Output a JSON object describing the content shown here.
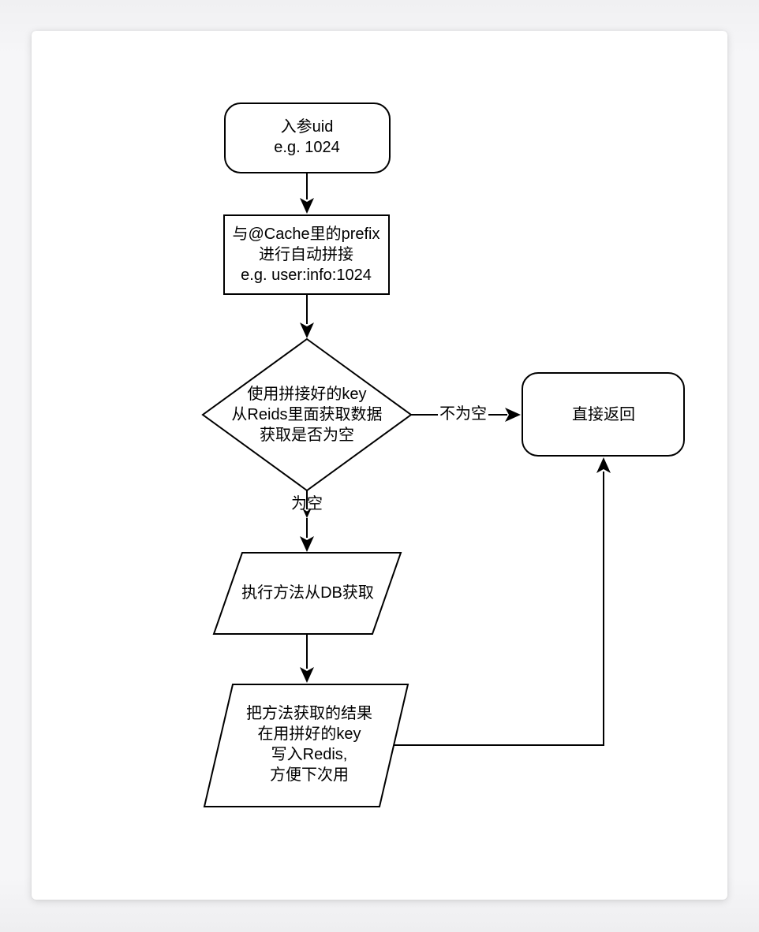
{
  "page": {
    "background_color": "#f3f3f5",
    "card_background": "#ffffff",
    "stroke_color": "#000000"
  },
  "flowchart": {
    "nodes": {
      "start": {
        "shape": "rounded-rect",
        "label": "入参uid\ne.g. 1024"
      },
      "concat": {
        "shape": "rect",
        "label": "与@Cache里的prefix\n进行自动拼接\ne.g. user:info:1024"
      },
      "check": {
        "shape": "diamond",
        "label": "使用拼接好的key\n从Reids里面获取数据\n获取是否为空"
      },
      "return": {
        "shape": "rounded-rect",
        "label": "直接返回"
      },
      "db_fetch": {
        "shape": "parallelogram",
        "label": "执行方法从DB获取"
      },
      "write_cache": {
        "shape": "parallelogram",
        "label": "把方法获取的结果\n在用拼好的key\n写入Redis,\n方便下次用"
      }
    },
    "edge_labels": {
      "not_empty": "不为空",
      "empty": "为空"
    }
  }
}
